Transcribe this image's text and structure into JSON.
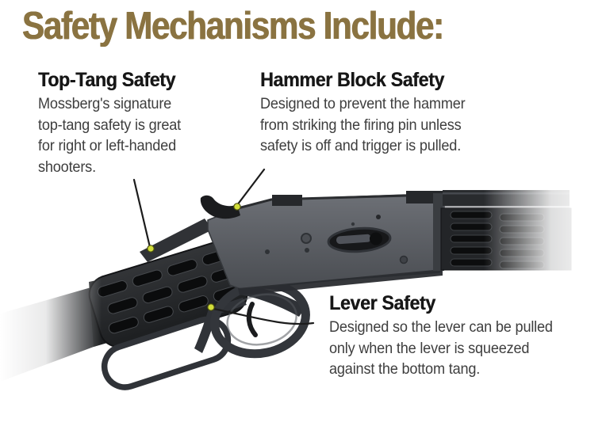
{
  "title": "Safety Mechanisms Include:",
  "colors": {
    "title_gold": "#8A7341",
    "heading_black": "#171717",
    "body_gray": "#3E3E3E",
    "marker_yellow": "#D2DE3A",
    "gunmetal_gray": "#54575C",
    "dark_metal": "#232528",
    "background": "#FFFFFF"
  },
  "callouts": [
    {
      "id": "top-tang",
      "heading": "Top-Tang Safety",
      "body": "Mossberg's signature\ntop-tang safety is great\nfor right or left-handed\nshooters."
    },
    {
      "id": "hammer-block",
      "heading": "Hammer Block Safety",
      "body": "Designed to prevent the hammer\nfrom striking the firing pin unless\nsafety is off and trigger is pulled."
    },
    {
      "id": "lever",
      "heading": "Lever Safety",
      "body": "Designed so the lever can be pulled\nonly when the lever is squeezed\nagainst the bottom tang."
    }
  ]
}
